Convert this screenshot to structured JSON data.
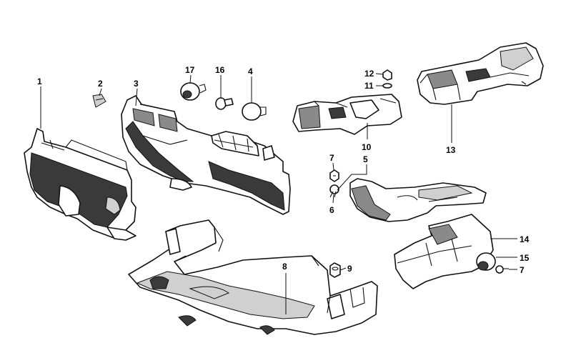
{
  "callouts": [
    {
      "id": "c1",
      "label": "1"
    },
    {
      "id": "c2",
      "label": "2"
    },
    {
      "id": "c3",
      "label": "3"
    },
    {
      "id": "c17",
      "label": "17"
    },
    {
      "id": "c16",
      "label": "16"
    },
    {
      "id": "c4",
      "label": "4"
    },
    {
      "id": "c12",
      "label": "12"
    },
    {
      "id": "c11",
      "label": "11"
    },
    {
      "id": "c10",
      "label": "10"
    },
    {
      "id": "c13",
      "label": "13"
    },
    {
      "id": "c7a",
      "label": "7"
    },
    {
      "id": "c5",
      "label": "5"
    },
    {
      "id": "c6",
      "label": "6"
    },
    {
      "id": "c8",
      "label": "8"
    },
    {
      "id": "c9",
      "label": "9"
    },
    {
      "id": "c14",
      "label": "14"
    },
    {
      "id": "c15",
      "label": "15"
    },
    {
      "id": "c7b",
      "label": "7"
    }
  ]
}
